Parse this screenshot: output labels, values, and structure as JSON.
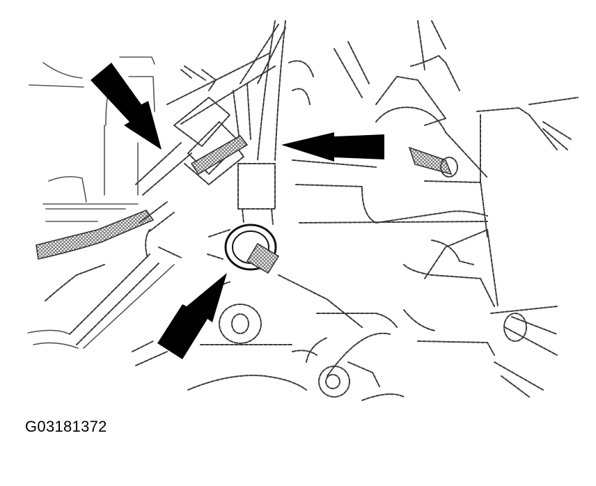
{
  "figure": {
    "id_label": "G03181372",
    "description": "Automotive component line-art service illustration with three callout arrows",
    "colors": {
      "background": "#ffffff",
      "line_art": "#3a3a3a",
      "arrows": "#000000"
    },
    "callouts": [
      {
        "name": "upper-left-arrow",
        "direction": "down-right",
        "points_to": "connector on harness bracket"
      },
      {
        "name": "middle-arrow",
        "direction": "left",
        "points_to": "vertical pipe / hose"
      },
      {
        "name": "lower-arrow",
        "direction": "up-right",
        "points_to": "round fitting / sensor"
      }
    ]
  }
}
